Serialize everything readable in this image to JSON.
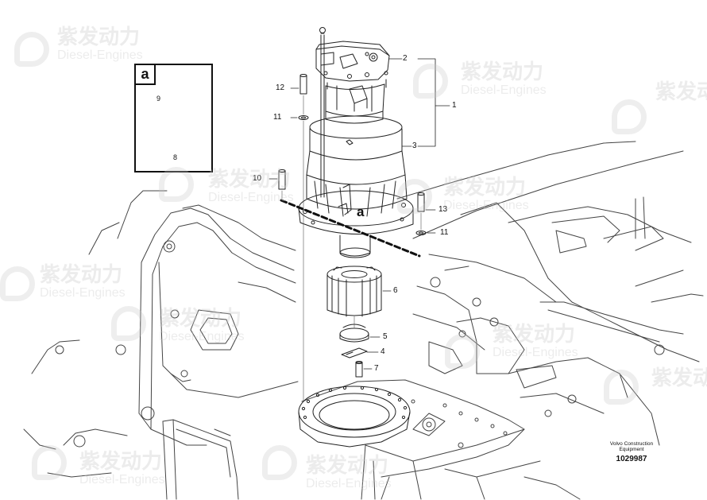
{
  "callouts": {
    "c1": "1",
    "c2": "2",
    "c3": "3",
    "c4": "4",
    "c5": "5",
    "c6": "6",
    "c7": "7",
    "c10": "10",
    "c11a": "11",
    "c11b": "11",
    "c12": "12",
    "c13": "13"
  },
  "detail": {
    "letter": "a",
    "c8": "8",
    "c9": "9"
  },
  "view_letter": "a",
  "footer": {
    "brand_line1": "Volvo Construction",
    "brand_line2": "Equipment",
    "part_number": "1029987"
  },
  "watermark": {
    "text": "紫发动力",
    "subtext": "Diesel-Engines"
  },
  "colors": {
    "line": "#111111",
    "watermark": "#c8c8c8",
    "background": "#ffffff"
  }
}
